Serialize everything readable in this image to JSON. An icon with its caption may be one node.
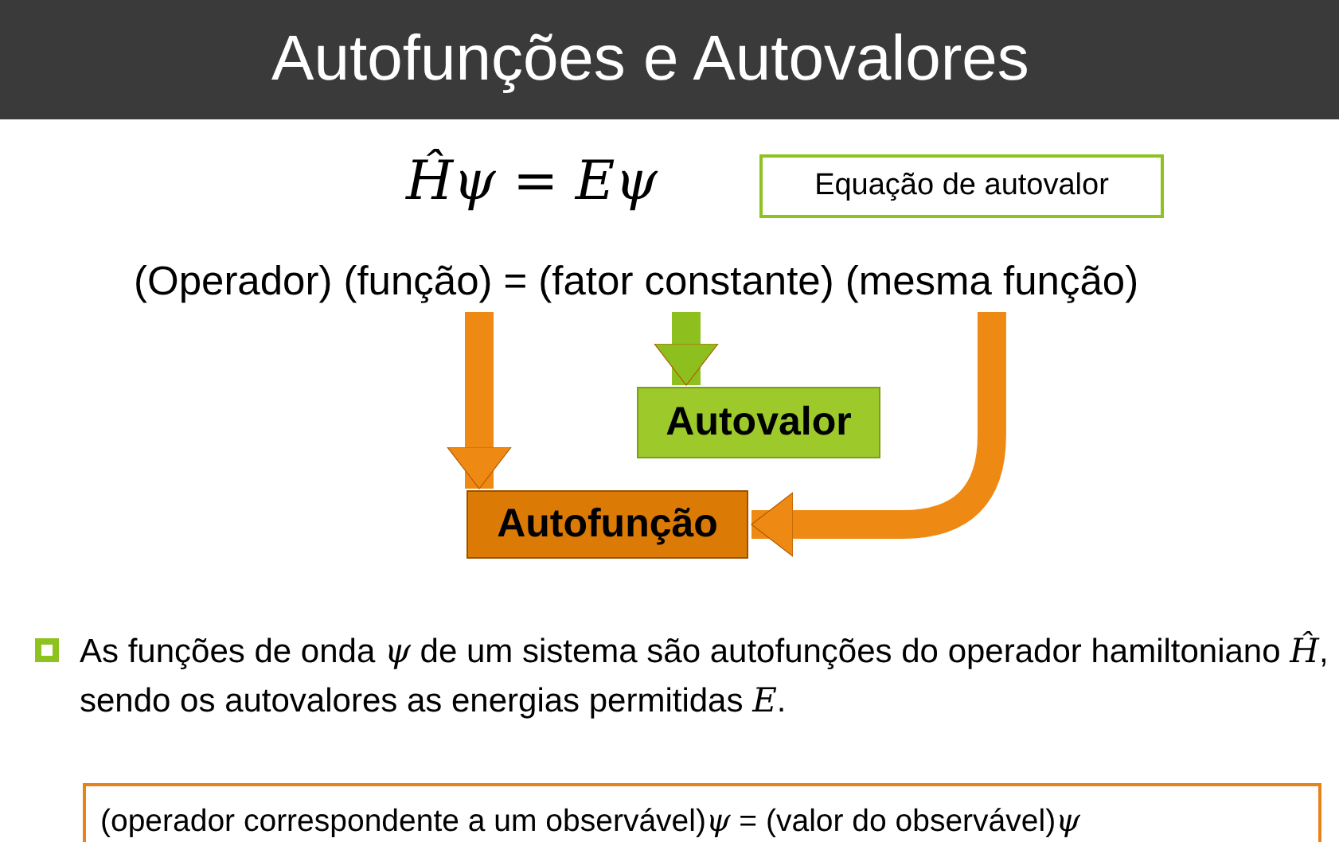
{
  "diagram": {
    "title": "Autofunções e Autovalores",
    "nodes": [
      {
        "text": [
          "Equação de autovalor"
        ]
      },
      {
        "text": [
          "(função)"
        ]
      },
      {
        "text": [
          "(fator constante)"
        ]
      },
      {
        "text": [
          "(mesma função)"
        ]
      },
      {
        "text": [
          "Autovalor"
        ]
      },
      {
        "text": [
          "Autofunção"
        ]
      },
      {
        "text": [
          "(operador correspondente a um observável)*ψ* = (valor do observável)*ψ*"
        ]
      }
    ],
    "edges": [
      {
        "from": 1,
        "to": 5,
        "arrow": "to"
      },
      {
        "from": 2,
        "to": 4,
        "arrow": "to",
        "color": "#8dbf1f"
      },
      {
        "from": 3,
        "to": 5,
        "arrow": "to"
      }
    ],
    "labels": [
      "Ĥψ = Eψ",
      "(Operador)",
      "=",
      "As funções de onda *ψ* de um sistema são autofunções do operador hamiltoniano *Ĥ*, sendo os autovalores as energias permitidas *E*."
    ]
  }
}
